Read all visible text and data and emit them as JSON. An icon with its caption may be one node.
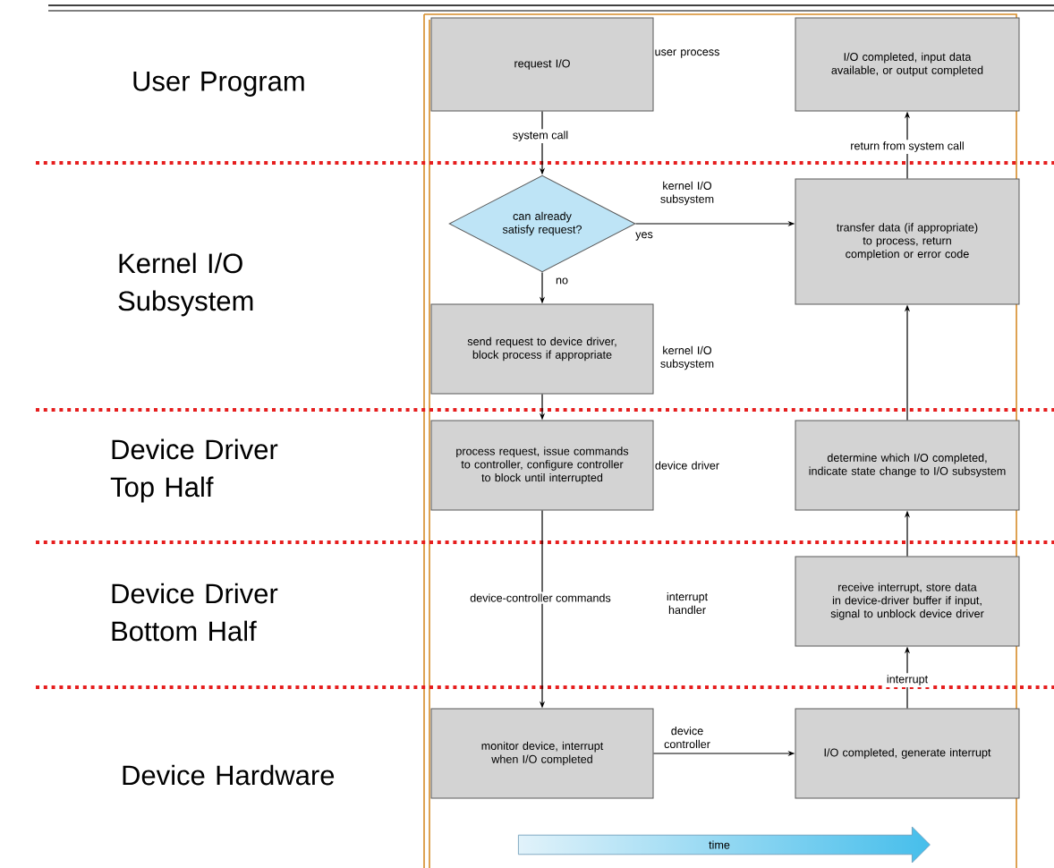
{
  "diagram": {
    "nodes": [
      {
        "text": [
          "request I/O"
        ]
      },
      {
        "text": [
          "I/O completed, input data available, or output completed"
        ]
      },
      {
        "text": [
          "can already satisfy request?"
        ]
      },
      {
        "text": [
          "transfer data (if appropriate) to process, return completion or error code"
        ]
      },
      {
        "text": [
          "send request to device driver, block process if appropriate"
        ]
      },
      {
        "text": [
          "process request, issue commands to controller, configure controller to block until interrupted"
        ]
      },
      {
        "text": [
          "determine which I/O completed, indicate state change to I/O subsystem"
        ]
      },
      {
        "text": [
          "receive interrupt, store data in device-driver buffer if input, signal to unblock device driver"
        ]
      },
      {
        "text": [
          "monitor device, interrupt when I/O completed"
        ]
      },
      {
        "text": [
          "I/O completed, generate interrupt"
        ]
      },
      {
        "text": [
          "time"
        ]
      }
    ],
    "edges": [
      {
        "from": 0,
        "to": 2,
        "arrow": "to",
        "label": "system call"
      },
      {
        "from": 2,
        "to": 3,
        "arrow": "to",
        "label": "yes"
      },
      {
        "from": 2,
        "to": 4,
        "arrow": "to",
        "label": "no"
      },
      {
        "from": 4,
        "to": 5,
        "arrow": "to"
      },
      {
        "from": 5,
        "to": 8,
        "arrow": "to",
        "label": "device-controller commands"
      },
      {
        "from": 8,
        "to": 9,
        "arrow": "to"
      },
      {
        "from": 9,
        "to": 7,
        "arrow": "to",
        "label": "interrupt"
      },
      {
        "from": 7,
        "to": 6,
        "arrow": "to"
      },
      {
        "from": 6,
        "to": 3,
        "arrow": "to"
      },
      {
        "from": 3,
        "to": 1,
        "arrow": "to",
        "label": "return from system call"
      }
    ],
    "labels": [
      "User Program",
      "user process",
      "Kernel I/O Subsystem",
      "kernel I/O subsystem",
      "kernel I/O subsystem",
      "Device Driver Top Half",
      "device driver",
      "Device Driver Bottom Half",
      "interrupt handler",
      "Device Hardware",
      "device controller"
    ]
  }
}
